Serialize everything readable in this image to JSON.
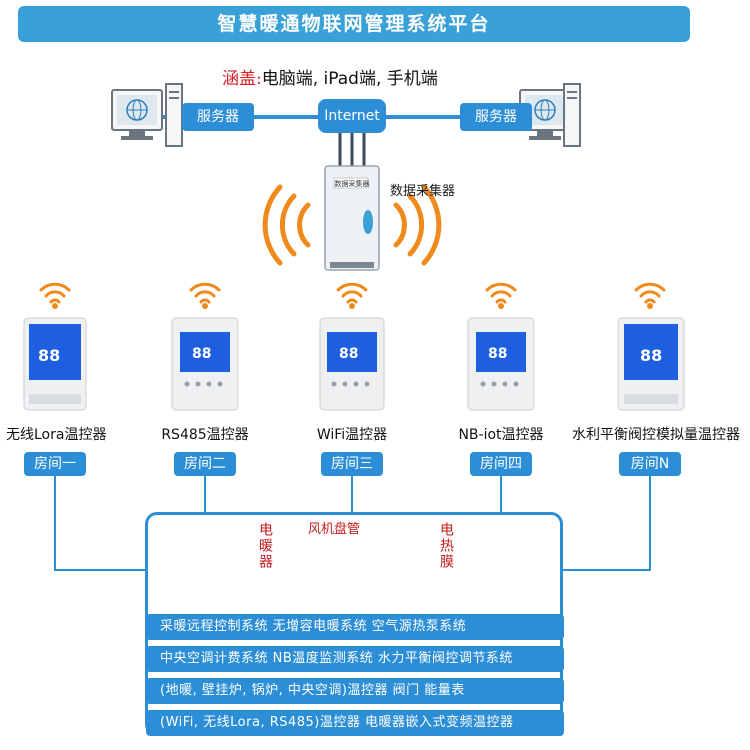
{
  "title": "智慧暖通物联网管理系统平台",
  "cover": {
    "label": "涵盖:",
    "value": "电脑端, iPad端, 手机端"
  },
  "network": {
    "server_left": "服务器",
    "server_right": "服务器",
    "internet": "Internet",
    "collector_label": "数据采集器",
    "collector_panel_text": "数据采集器"
  },
  "devices": [
    {
      "name": "无线Lora温控器",
      "room": "房间一"
    },
    {
      "name": "RS485温控器",
      "room": "房间二"
    },
    {
      "name": "WiFi温控器",
      "room": "房间三"
    },
    {
      "name": "NB-iot温控器",
      "room": "房间四"
    },
    {
      "name": "水利平衡阀控模拟量温控器",
      "room": "房间N"
    }
  ],
  "thermostat_display": "88",
  "equipment": {
    "electric_heater": "电暖器",
    "fan_coil": "风机盘管",
    "heating_film": "电热膜"
  },
  "systems": [
    "采暖远程控制系统  无增容电暖系统  空气源热泵系统",
    "中央空调计费系统  NB温度监测系统  水力平衡阀控调节系统",
    "(地暖, 壁挂炉, 锅炉, 中央空调)温控器  阀门  能量表",
    "(WiFi, 无线Lora, RS485)温控器  电暖器嵌入式变频温控器"
  ],
  "colors": {
    "accent": "#2c8ed6",
    "title_bar": "#3aa0d8",
    "wifi": "#f08a1c",
    "highlight_text": "#d81f26"
  }
}
